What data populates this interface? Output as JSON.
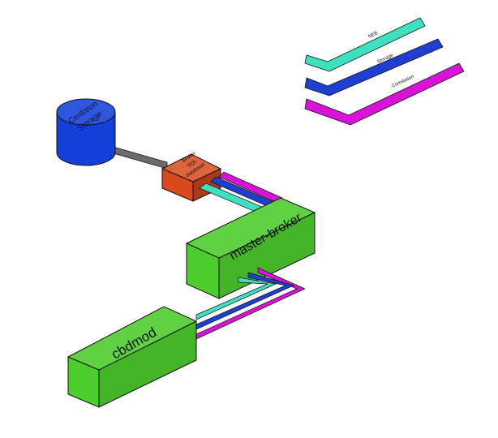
{
  "colors": {
    "background": "#ffffff",
    "neb": "#3fe0bf",
    "storage": "#1f3fd0",
    "correlation": "#d613d6",
    "storage_db": "#1240d8",
    "sql_cube": "#d8491c",
    "broker_box": "#4dcc2e",
    "connector": "#6c6c6c",
    "outline": "#111111"
  },
  "legend": {
    "items": [
      {
        "label": "NEB",
        "color": "#3fe0bf"
      },
      {
        "label": "Storage",
        "color": "#1f3fd0"
      },
      {
        "label": "Correlation",
        "color": "#d613d6"
      }
    ]
  },
  "nodes": {
    "storage_db": {
      "line1": "Centreon",
      "line2": "Storage",
      "icon": "database-cylinder-icon"
    },
    "sql_cube": {
      "line1": "Broker",
      "line2": "SQL",
      "line3": "database"
    },
    "master_broker": {
      "label": "master-broker"
    },
    "cbdmod": {
      "label": "cbdmod"
    }
  }
}
